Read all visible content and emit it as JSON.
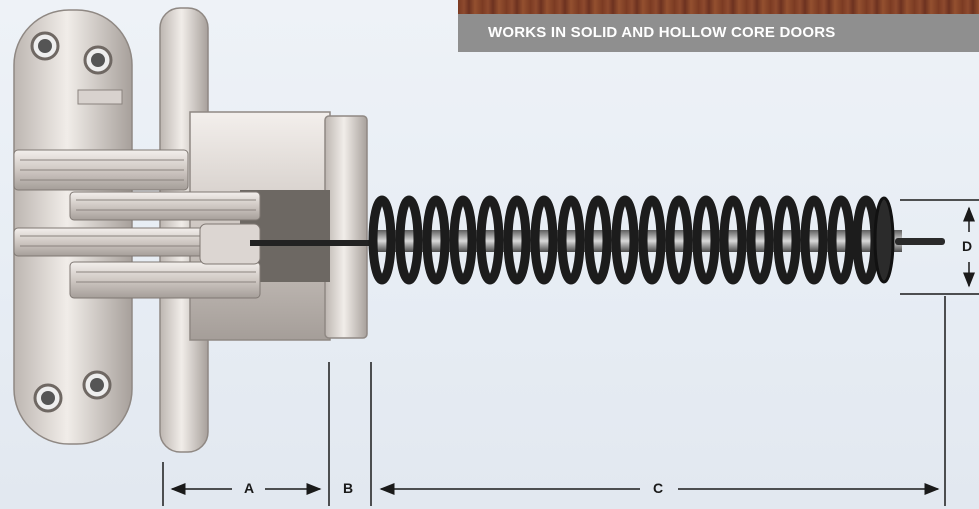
{
  "banner": {
    "text": "WORKS IN SOLID AND HOLLOW CORE DOORS"
  },
  "dimensions": {
    "a": "A",
    "b": "B",
    "c": "C",
    "d": "D"
  },
  "colors": {
    "banner_bg": "#8f8f8f",
    "wood": "#7a3a22",
    "metal": "#c9c3bf",
    "spring": "#2a2a2a",
    "dimension_line": "#1a1a1a"
  },
  "icons": {
    "hinge": "concealed-hinge-illustration",
    "spring": "closer-spring-illustration"
  }
}
